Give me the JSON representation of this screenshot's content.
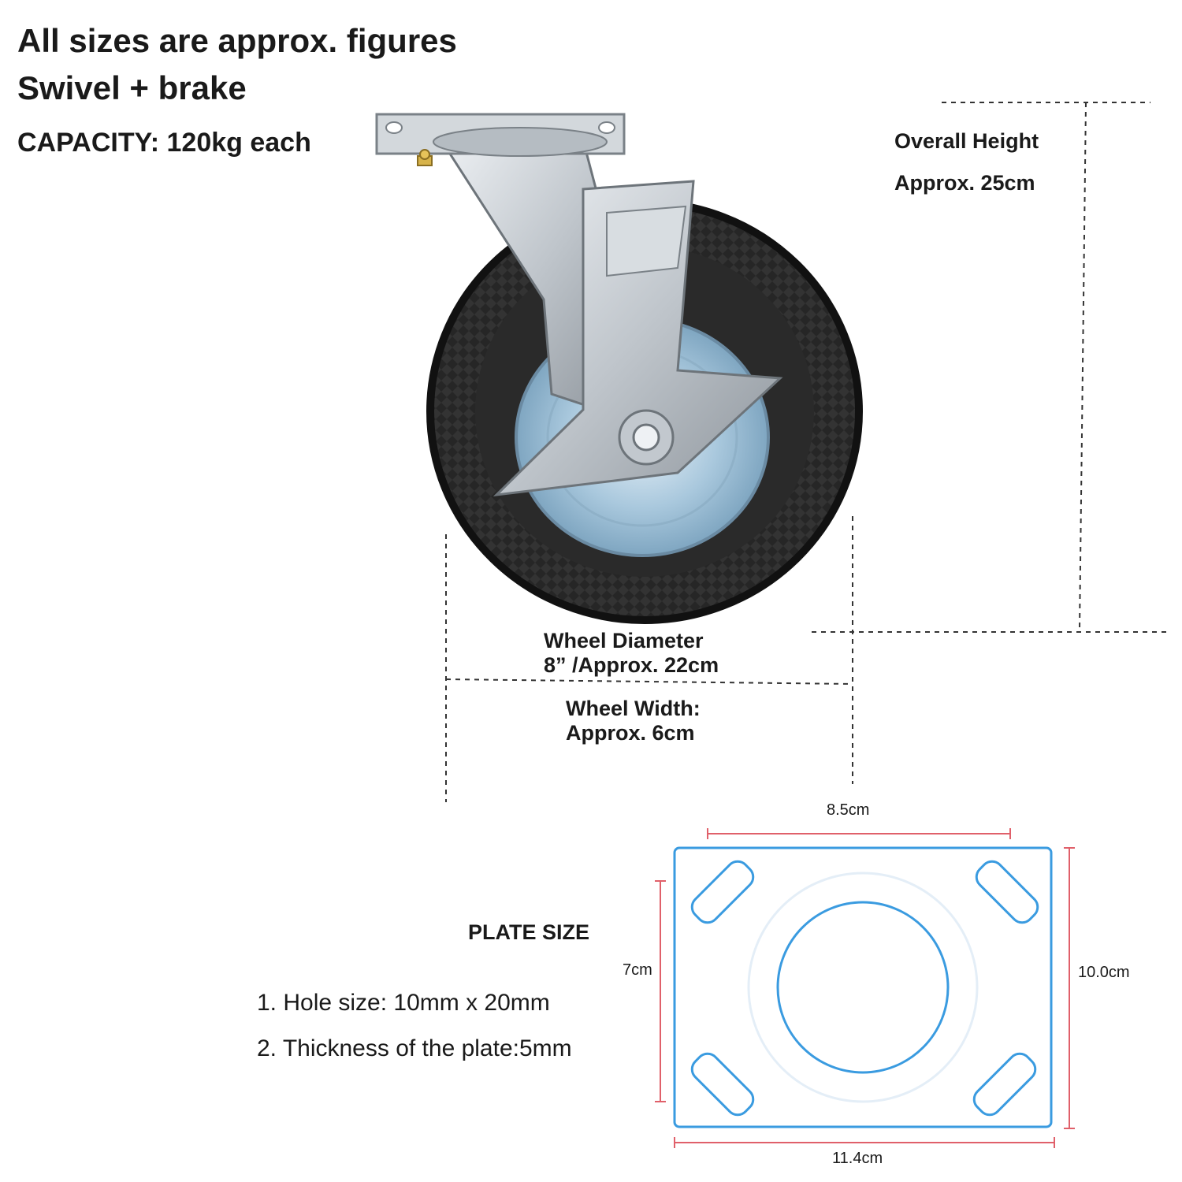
{
  "header": {
    "line1": "All sizes are approx. figures",
    "line2": "Swivel + brake",
    "capacity": "CAPACITY: 120kg each"
  },
  "dimensions": {
    "overall_height": {
      "title": "Overall Height",
      "value": "Approx. 25cm"
    },
    "wheel_diameter": {
      "title": "Wheel Diameter",
      "value": "8” /Approx. 22cm"
    },
    "wheel_width": {
      "title": "Wheel Width:",
      "value": "Approx. 6cm"
    }
  },
  "plate": {
    "title": "PLATE SIZE",
    "notes": [
      "1. Hole size: 10mm x 20mm",
      "2. Thickness of the plate:5mm"
    ],
    "hole_spacing_width": "8.5cm",
    "hole_spacing_height": "7cm",
    "plate_height": "10.0cm",
    "plate_width": "11.4cm"
  },
  "colors": {
    "plate_outline": "#3a9be0",
    "measure_line": "#e0606a",
    "text": "#1a1a1a",
    "tire": "#1f1f1f",
    "metal": "#c9ced3",
    "rim": "#9fc3dc"
  }
}
